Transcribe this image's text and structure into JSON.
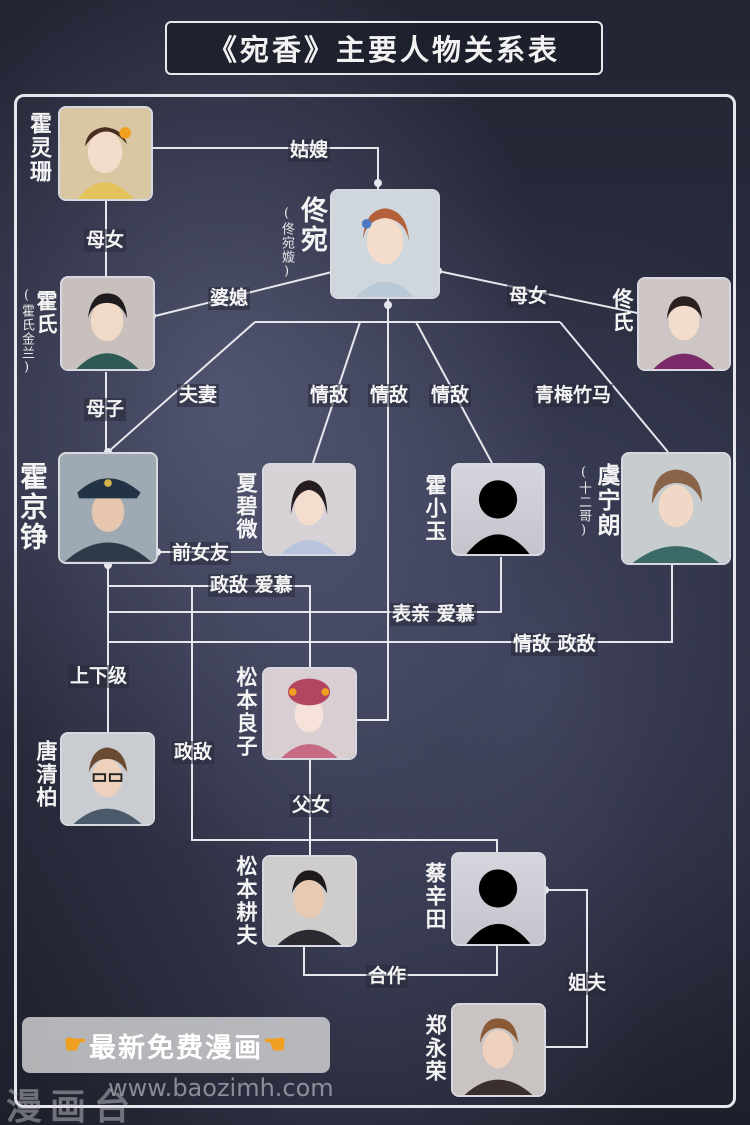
{
  "title": "《宛香》主要人物关系表",
  "colors": {
    "background": "#262838",
    "line": "#e6e6ec",
    "text": "#f4f4f4",
    "accent": "#f0a020"
  },
  "characters": {
    "huo_lingshan": {
      "name": "霍灵珊"
    },
    "tong_wan": {
      "name": "佟宛",
      "note": "(佟宛嫙)"
    },
    "huo_shi": {
      "name": "霍氏",
      "note": "(霍氏金兰)"
    },
    "tong_shi": {
      "name": "佟氏"
    },
    "huo_jingzheng": {
      "name": "霍京铮"
    },
    "xia_biwei": {
      "name": "夏碧微"
    },
    "huo_xiaoyu": {
      "name": "霍小玉"
    },
    "yu_ninglang": {
      "name": "虞宁朗",
      "note": "(十二哥)"
    },
    "songben_liangzi": {
      "name": "松本良子"
    },
    "tang_qingbo": {
      "name": "唐清柏"
    },
    "songben_gengfu": {
      "name": "松本耕夫"
    },
    "cai_xintian": {
      "name": "蔡辛田"
    },
    "zheng_yongrong": {
      "name": "郑永荣"
    }
  },
  "relations": {
    "gusao": "姑嫂",
    "munv_1": "母女",
    "poxi": "婆媳",
    "munv_2": "母女",
    "muzi": "母子",
    "fuqi": "夫妻",
    "qingdi_1": "情敌",
    "qingdi_2": "情敌",
    "qingdi_3": "情敌",
    "qingmei": "青梅竹马",
    "qiannvyou": "前女友",
    "zhengdi_aimu": "政敌 爱慕",
    "biaoqin_aimu": "表亲 爱慕",
    "qingdi_zhengdi": "情敌 政敌",
    "shangxiaji": "上下级",
    "zhengdi": "政敌",
    "funv": "父女",
    "hezuo": "合作",
    "jiefu": "姐夫"
  },
  "watermark": {
    "label": "最新免费漫画",
    "hand_icon": "pointing-hand-icon",
    "url": "www.baozimh.com",
    "ghost": "漫画台"
  }
}
